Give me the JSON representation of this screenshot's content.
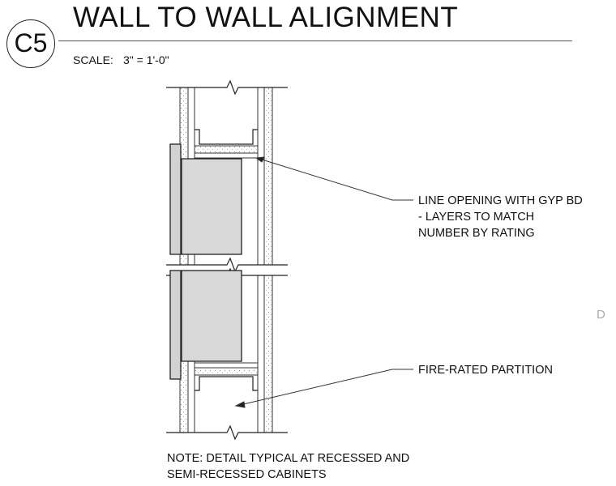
{
  "detail": {
    "id": "C5",
    "title": "WALL TO WALL ALIGNMENT",
    "scale_label": "SCALE:",
    "scale_value": "3\" = 1'-0\""
  },
  "callouts": [
    {
      "lines": [
        "LINE OPENING WITH GYP BD",
        "- LAYERS TO MATCH",
        "NUMBER BY RATING"
      ]
    },
    {
      "lines": [
        "FIRE-RATED PARTITION"
      ]
    }
  ],
  "note": {
    "lines": [
      "NOTE: DETAIL TYPICAL AT RECESSED AND",
      "SEMI-RECESSED CABINETS"
    ]
  },
  "sheet_marker": "D"
}
